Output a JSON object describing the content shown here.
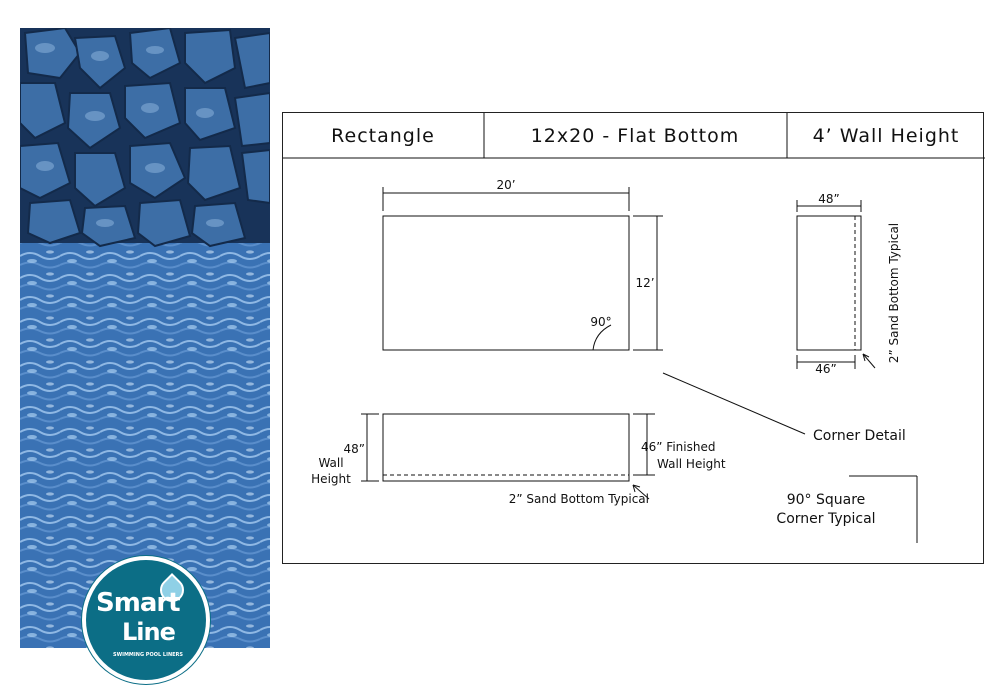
{
  "header": {
    "shape": "Rectangle",
    "size_bottom": "12x20 - Flat Bottom",
    "wall_height": "4’ Wall Height"
  },
  "plan": {
    "length_dim": "20’",
    "width_dim": "12’",
    "corner_angle": "90°"
  },
  "corner_detail": {
    "top_dim": "48”",
    "bottom_dim": "46”",
    "sand_note": "2” Sand Bottom Typical",
    "label": "Corner Detail"
  },
  "elevation": {
    "height_dim": "48”",
    "wall_height_label": [
      "Wall",
      "Height"
    ],
    "finished_label": [
      "46” Finished",
      "Wall Height"
    ],
    "sand_note": "2” Sand Bottom Typical"
  },
  "square_corner_note": [
    "90° Square",
    "Corner Typical"
  ],
  "logo": {
    "word1": "Smart",
    "word2": "Line",
    "tagline": "SWIMMING POOL LINERS"
  },
  "colors": {
    "liner_stone": "#2f5d94",
    "liner_water": "#3a72b4",
    "logo_teal": "#0c6e86"
  }
}
